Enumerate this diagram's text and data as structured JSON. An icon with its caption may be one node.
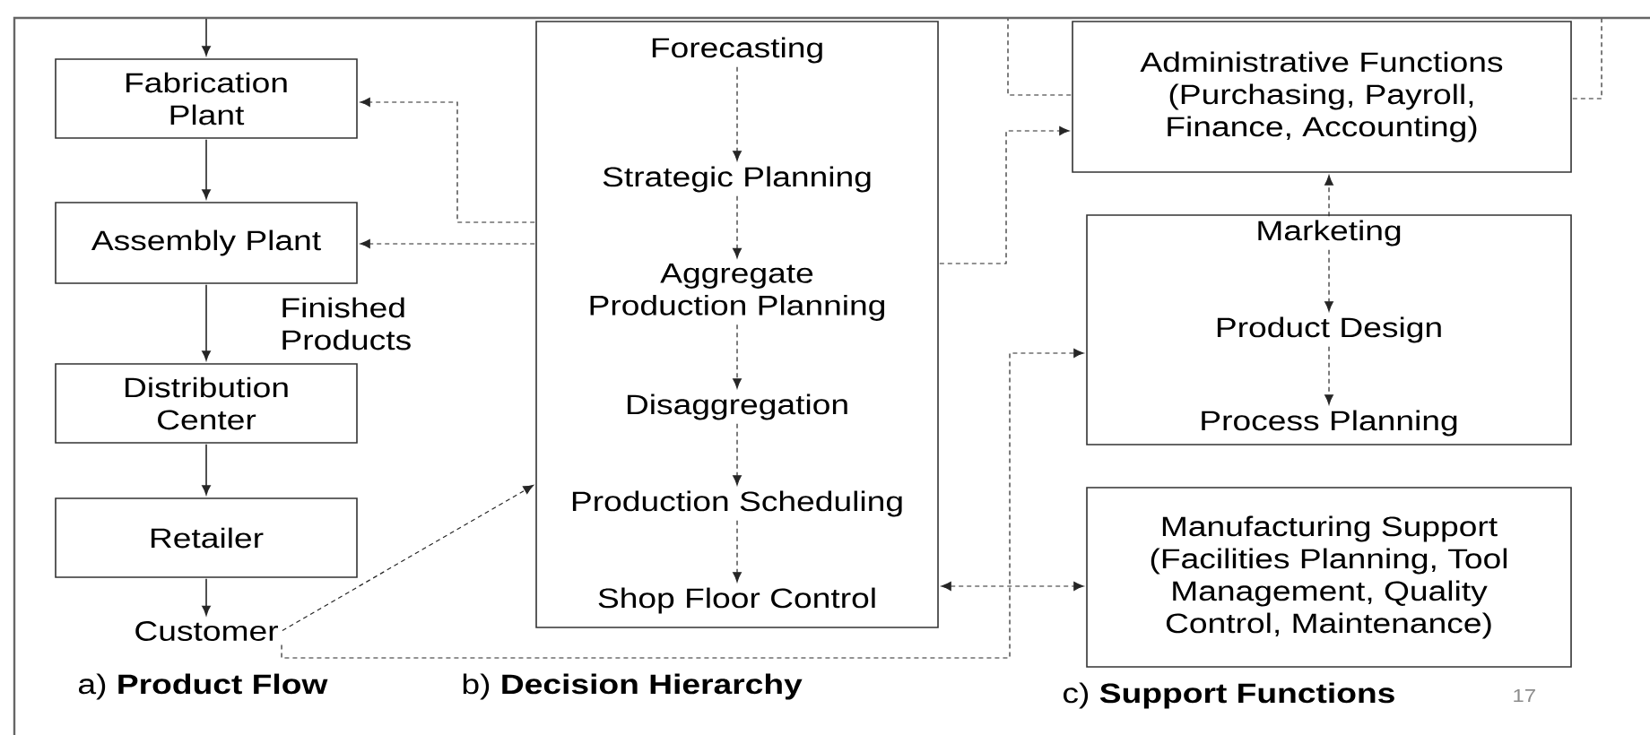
{
  "diagram": {
    "nodes": [
      {
        "text": [
          "Fabrication Plant"
        ]
      },
      {
        "text": [
          "Assembly Plant"
        ]
      },
      {
        "text": [
          "Distribution Center"
        ]
      },
      {
        "text": [
          "Retailer"
        ]
      },
      {
        "text": [
          "Customer"
        ]
      },
      {
        "text": [],
        "shape": "box"
      },
      {
        "text": [
          "Forecasting"
        ],
        "in": 5
      },
      {
        "text": [
          "Strategic Planning"
        ],
        "in": 5
      },
      {
        "text": [
          "Aggregate Production Planning"
        ],
        "in": 5
      },
      {
        "text": [
          "Disaggregation"
        ],
        "in": 5
      },
      {
        "text": [
          "Production Scheduling"
        ],
        "in": 5
      },
      {
        "text": [
          "Shop Floor Control"
        ],
        "in": 5
      },
      {
        "text": [
          "Administrative Functions",
          "(Purchasing, Payroll, Finance, Accounting)"
        ]
      },
      {
        "text": [],
        "shape": "box"
      },
      {
        "text": [
          "Marketing"
        ],
        "in": 13
      },
      {
        "text": [
          "Product Design"
        ],
        "in": 13
      },
      {
        "text": [
          "Process Planning"
        ],
        "in": 13
      },
      {
        "text": [
          "Manufacturing Support",
          "(Facilities Planning, Tool Management, Quality Control, Maintenance)"
        ]
      }
    ],
    "edges": [
      {
        "from": null,
        "to": 0,
        "arrow": "to"
      },
      {
        "from": 0,
        "to": 1,
        "arrow": "to"
      },
      {
        "from": 1,
        "to": 2,
        "arrow": "to",
        "label": "Finished Products"
      },
      {
        "from": 2,
        "to": 3,
        "arrow": "to"
      },
      {
        "from": 3,
        "to": 4,
        "arrow": "to"
      },
      {
        "from": 4,
        "to": 5,
        "arrow": "to",
        "style": "dashed"
      },
      {
        "from": 5,
        "to": 0,
        "arrow": "to",
        "style": "dashed"
      },
      {
        "from": 5,
        "to": 1,
        "arrow": "to",
        "style": "dashed"
      },
      {
        "from": 5,
        "to": 12,
        "arrow": "to",
        "style": "dashed"
      },
      {
        "from": 12,
        "to": null,
        "arrow": "none",
        "style": "dashed"
      },
      {
        "from": 12,
        "to": null,
        "arrow": "none",
        "style": "dashed"
      },
      {
        "from": 4,
        "to": 13,
        "arrow": "to",
        "style": "dashed"
      },
      {
        "from": 11,
        "to": 17,
        "arrow": "both",
        "style": "dashed"
      },
      {
        "from": 14,
        "to": 12,
        "arrow": "to",
        "style": "dashed"
      },
      {
        "from": 14,
        "to": 15,
        "arrow": "to",
        "style": "dashed"
      },
      {
        "from": 15,
        "to": 16,
        "arrow": "to",
        "style": "dashed"
      },
      {
        "from": 6,
        "to": 7,
        "arrow": "to",
        "style": "dashed"
      },
      {
        "from": 7,
        "to": 8,
        "arrow": "to",
        "style": "dashed"
      },
      {
        "from": 8,
        "to": 9,
        "arrow": "to",
        "style": "dashed"
      },
      {
        "from": 9,
        "to": 10,
        "arrow": "to",
        "style": "dashed"
      },
      {
        "from": 10,
        "to": 11,
        "arrow": "to",
        "style": "dashed"
      }
    ],
    "labels": [
      "a) **Product Flow**",
      "b) **Decision Hierarchy**",
      "c) **Support Functions**",
      "17"
    ]
  }
}
